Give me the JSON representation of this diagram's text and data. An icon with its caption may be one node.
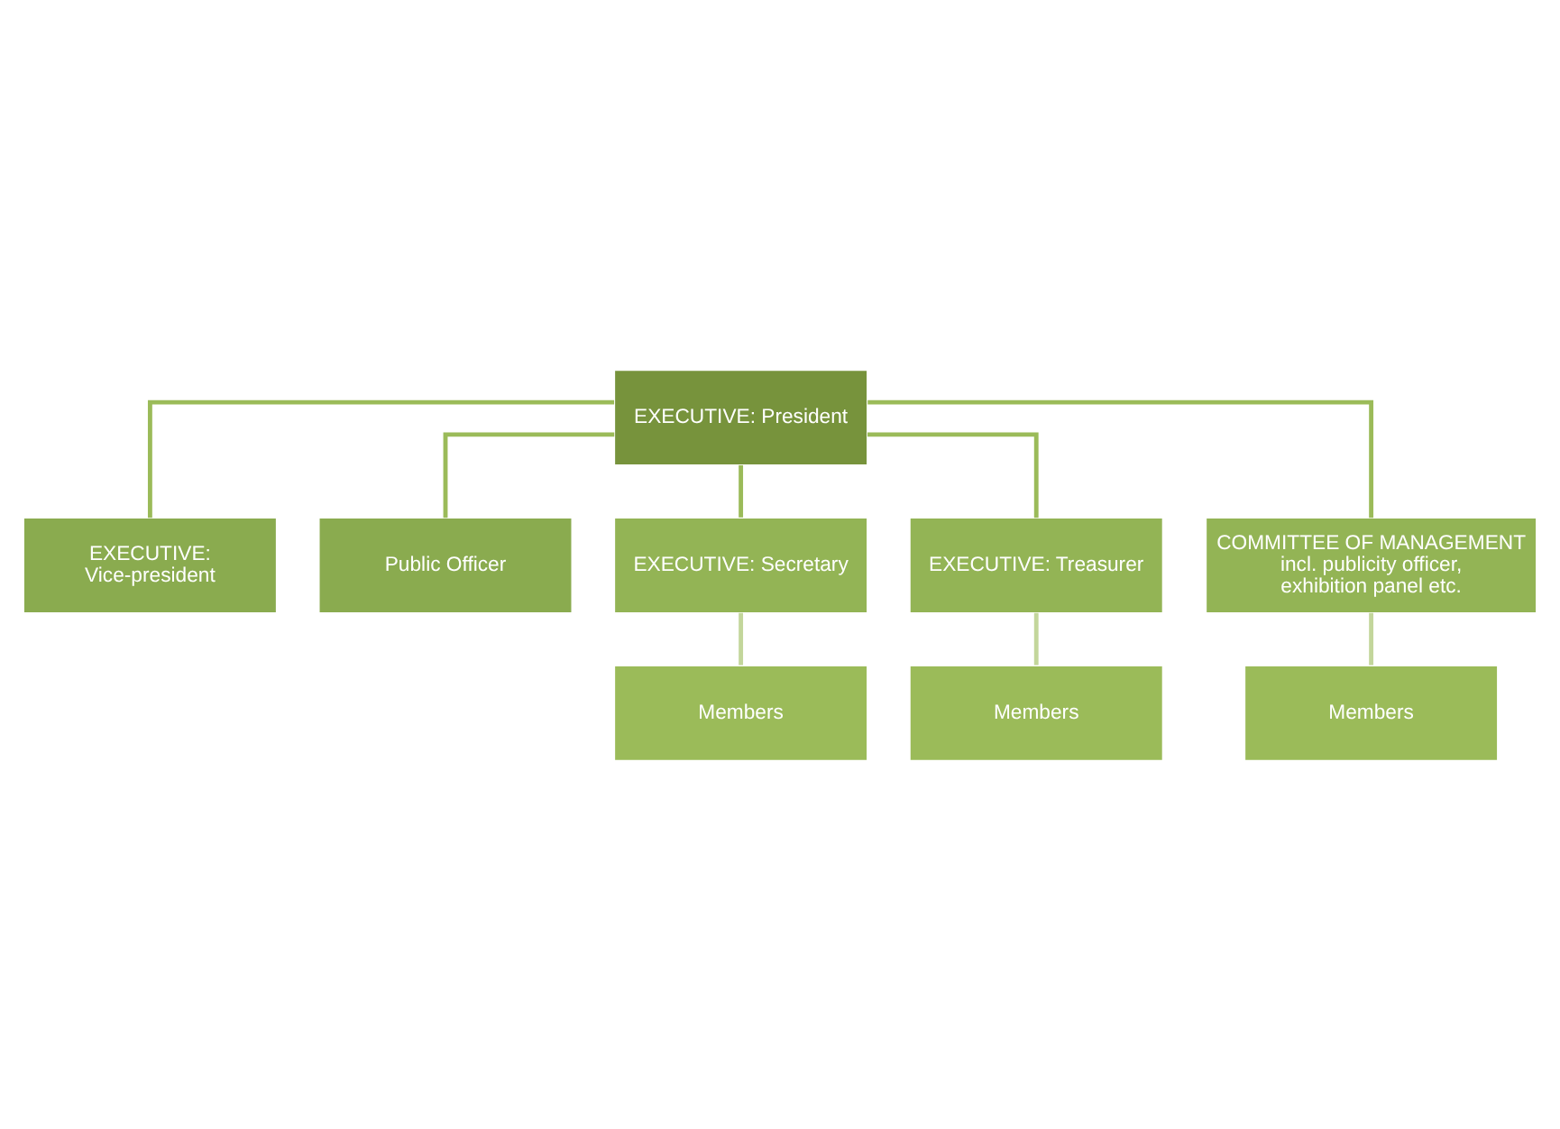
{
  "diagram": {
    "nodes": [
      {
        "text": [
          "EXECUTIVE: President"
        ]
      },
      {
        "text": [
          "EXECUTIVE: Vice-president"
        ]
      },
      {
        "text": [
          "Public Officer"
        ]
      },
      {
        "text": [
          "EXECUTIVE: Secretary"
        ]
      },
      {
        "text": [
          "EXECUTIVE: Treasurer"
        ]
      },
      {
        "text": [
          "COMMITTEE OF MANAGEMENT incl. publicity officer, exhibition panel etc."
        ]
      },
      {
        "text": [
          "Members"
        ]
      },
      {
        "text": [
          "Members"
        ]
      },
      {
        "text": [
          "Members"
        ]
      }
    ],
    "edges": [
      {
        "from": 0,
        "to": 1,
        "arrow": "none"
      },
      {
        "from": 0,
        "to": 2,
        "arrow": "none"
      },
      {
        "from": 0,
        "to": 3,
        "arrow": "none"
      },
      {
        "from": 0,
        "to": 4,
        "arrow": "none"
      },
      {
        "from": 0,
        "to": 5,
        "arrow": "none"
      },
      {
        "from": 3,
        "to": 6,
        "arrow": "none",
        "color": "#c3d69b"
      },
      {
        "from": 4,
        "to": 7,
        "arrow": "none",
        "color": "#c3d69b"
      },
      {
        "from": 5,
        "to": 8,
        "arrow": "none",
        "color": "#c3d69b"
      }
    ]
  }
}
